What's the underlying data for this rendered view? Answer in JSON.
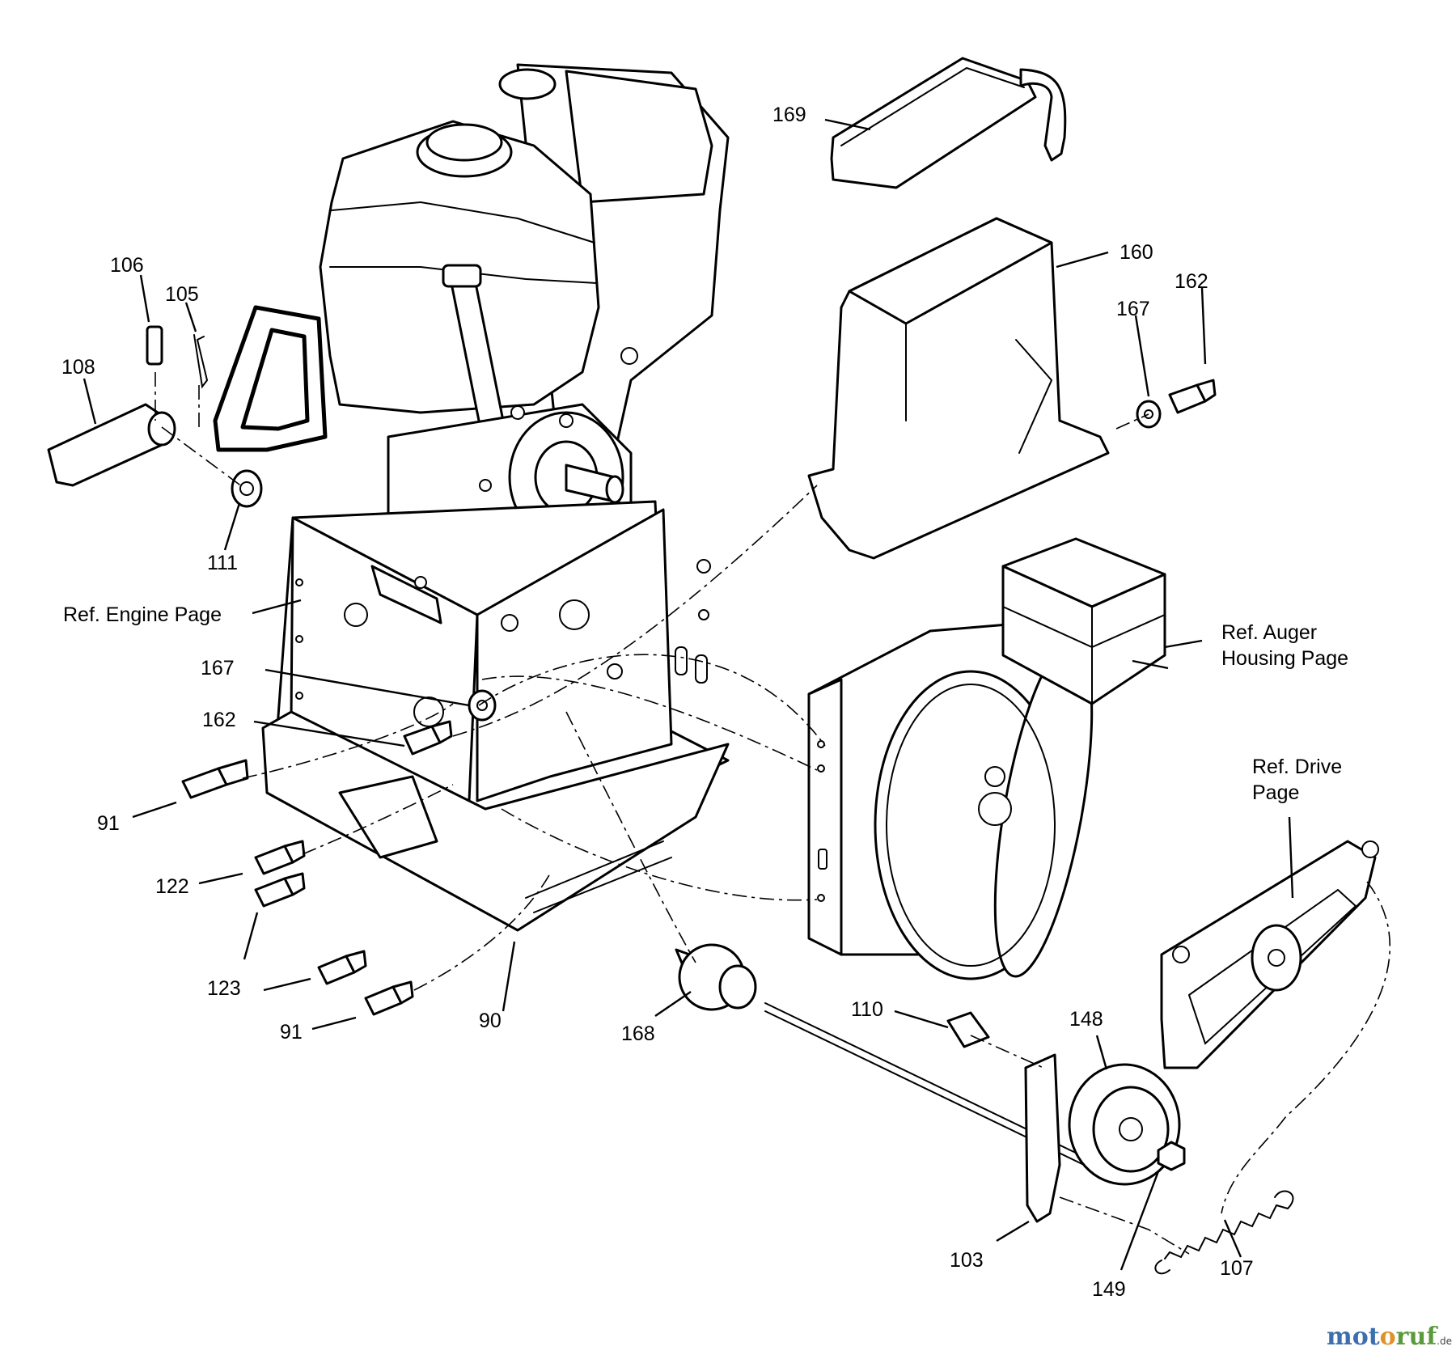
{
  "callouts": {
    "c169": "169",
    "c160": "160",
    "c162a": "162",
    "c167a": "167",
    "c106": "106",
    "c105": "105",
    "c108": "108",
    "c111": "111",
    "c167b": "167",
    "c162b": "162",
    "c91a": "91",
    "c122": "122",
    "c123": "123",
    "c91b": "91",
    "c90": "90",
    "c168": "168",
    "c110": "110",
    "c148": "148",
    "c103": "103",
    "c149": "149",
    "c107": "107"
  },
  "references": {
    "engine": "Ref. Engine Page",
    "auger_line1": "Ref. Auger",
    "auger_line2": "Housing Page",
    "drive_line1": "Ref. Drive",
    "drive_line2": "Page"
  },
  "watermark": {
    "part1": "mot",
    "part2": "o",
    "part3": "ruf",
    "suffix": ".de"
  }
}
